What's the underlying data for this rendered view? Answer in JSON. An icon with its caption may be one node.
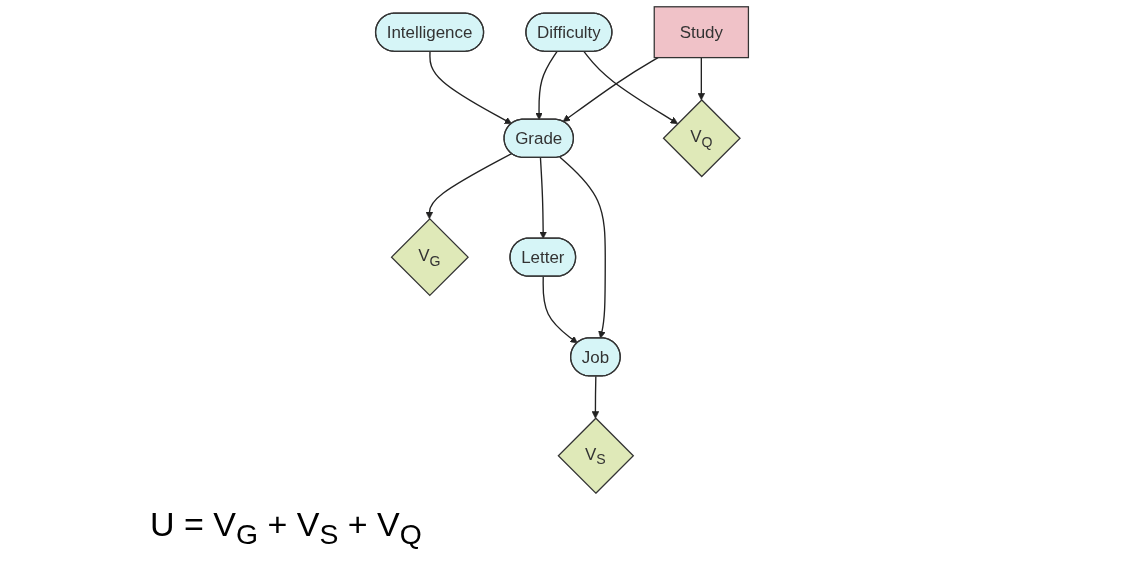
{
  "diagram": {
    "nodes": [
      {
        "text": [
          "Difficulty"
        ]
      },
      {
        "text": [
          "Intelligence"
        ]
      },
      {
        "text": [
          "Study"
        ]
      },
      {
        "text": [
          "Grade"
        ]
      },
      {
        "text": [
          "V$_{G}$"
        ]
      },
      {
        "text": [
          "Letter"
        ]
      },
      {
        "text": [
          "Job"
        ]
      },
      {
        "text": [
          "V$_{Q}$"
        ]
      },
      {
        "text": [
          "V$_{S}$"
        ]
      }
    ],
    "edges": [
      {
        "from": 0,
        "to": 3,
        "arrow": "to"
      },
      {
        "from": 1,
        "to": 3,
        "arrow": "to"
      },
      {
        "from": 2,
        "to": 3,
        "arrow": "to"
      },
      {
        "from": 3,
        "to": 4,
        "arrow": "to"
      },
      {
        "from": 3,
        "to": 5,
        "arrow": "to"
      },
      {
        "from": 3,
        "to": 6,
        "arrow": "to"
      },
      {
        "from": 5,
        "to": 6,
        "arrow": "to"
      },
      {
        "from": 6,
        "to": 8,
        "arrow": "to"
      },
      {
        "from": 2,
        "to": 7,
        "arrow": "to"
      },
      {
        "from": 0,
        "to": 7,
        "arrow": "to"
      }
    ],
    "labels": [
      "U = V$_{G}$ + V$_{S}$ + V$_{Q}$"
    ]
  }
}
